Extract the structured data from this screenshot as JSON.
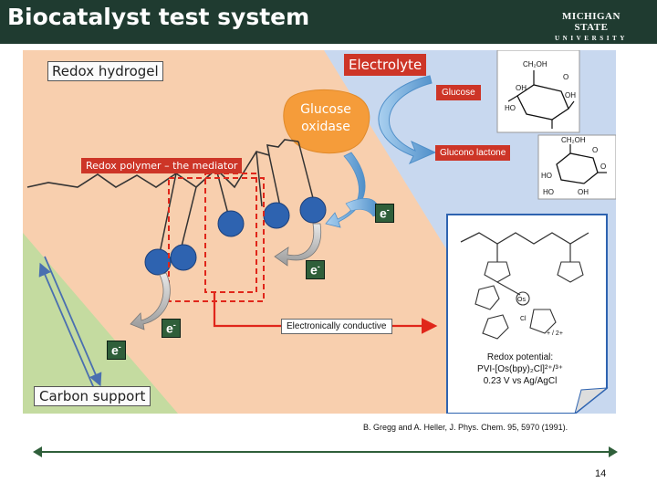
{
  "slide": {
    "title": "Biocatalyst test system",
    "logo_line1": "MICHIGAN STATE",
    "logo_line2": "UNIVERSITY",
    "page_number": "14"
  },
  "labels": {
    "redox_hydrogel": "Redox hydrogel",
    "electrolyte": "Electrolyte",
    "glucose": "Glucose",
    "glucose_oxidase_line1": "Glucose",
    "glucose_oxidase_line2": "oxidase",
    "glucono_lactone": "Glucono lactone",
    "redox_polymer": "Redox polymer – the mediator",
    "electron": "e",
    "electron_sup": "-",
    "electronically_conductive": "Electronically conductive",
    "carbon_support": "Carbon support",
    "redox_potential_line1": "Redox potential:",
    "redox_potential_line2": "PVI-[Os(bpy)₂Cl]²⁺/³⁺",
    "redox_potential_line3": "0.23 V vs Ag/AgCl",
    "citation": "B. Gregg and A. Heller, J. Phys. Chem. 95, 5970 (1991)."
  },
  "colors": {
    "header_bg": "#1f3b30",
    "hydrogel_peach": "#f8cfae",
    "electrolyte_blue": "#c8d8ef",
    "carbon_green": "#c4dba0",
    "enzyme_orange": "#f59c3a",
    "mediator_blue": "#2e63b0",
    "red_highlight": "#e0261a"
  }
}
